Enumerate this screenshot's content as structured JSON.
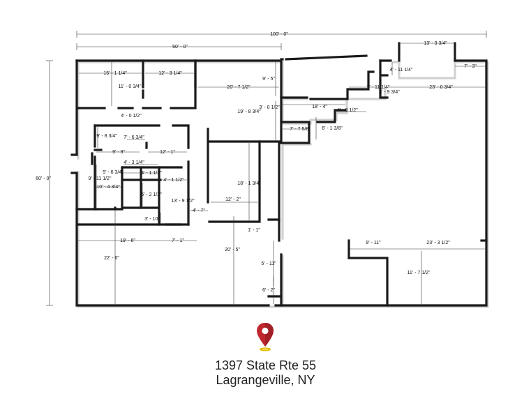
{
  "address": {
    "line1": "1397 State Rte 55",
    "line2": "Lagrangeville, NY"
  },
  "icons": {
    "pin": "location-pin-icon",
    "pin_color": "#c0262d"
  },
  "dimensions": {
    "overall_width": "100' - 0\"",
    "half_width": "50' - 0\"",
    "overall_depth": "60' - 0\"",
    "top_right_step": "13' - 3 3/4\"",
    "right_step": "7' - 3\"",
    "office1_width": "15' - 1 1/4\"",
    "office2_width": "12' - 3 1/4\"",
    "office1_depth": "11' - 0 3/4\"",
    "upper_mid_width": "20' - 7 1/2\"",
    "upper_mid_depth": "9' - 5\"",
    "step_a": "4' - 11 1/4\"",
    "step_b": "7' - 11 1/4\"",
    "step_c": "4' - 9 3/4\"",
    "right_upper_width": "23' - 0 3/4\"",
    "corridor": "3' - 0 1/2\"",
    "lower_step_width": "18' - 4\"",
    "lower_step_gap": "4' - 0 1/2\"",
    "hall_gap": "4' - 0 1/2\"",
    "mid_depth": "19' - 8 3/4\"",
    "notch_width": "7' - 7 5/8\"",
    "notch_depth": "6' - 1 3/8\"",
    "room_a_depth": "9' - 8 3/4\"",
    "room_a_width": "7' - 6 3/4\"",
    "room_b_width": "9' - 9\"",
    "room_c_width": "12' - 1\"",
    "core_width": "4' - 3 1/4\"",
    "core_depth": "5' - 6 3/4\"",
    "core_b": "4' - 1 1/2\"",
    "left_depth": "9' - 11 1/2\"",
    "left_width": "10' - 4 3/4\"",
    "core_c": "4' - 1 1/2\"",
    "core_d": "6' - 2 1/2\"",
    "mid_room_depth": "18' - 1 3/4\"",
    "mid_room_width": "12' - 2\"",
    "hall_depth": "13' - 9 1/2\"",
    "hall_step": "4' - 7\"",
    "core_e": "3' - 10\"",
    "small_gap": "1' - 1\"",
    "lower_left_width": "19' - 6\"",
    "lower_mid_width": "7' - 1\"",
    "lower_left_depth": "22' - 6\"",
    "lower_mid_depth": "20' - 5\"",
    "right_lower_a": "9' - 11\"",
    "right_lower_b": "23' - 3 1/2\"",
    "right_lower_depth": "11' - 7 1/2\"",
    "door_a": "5' - 11\"",
    "door_b": "6' - 2\""
  }
}
